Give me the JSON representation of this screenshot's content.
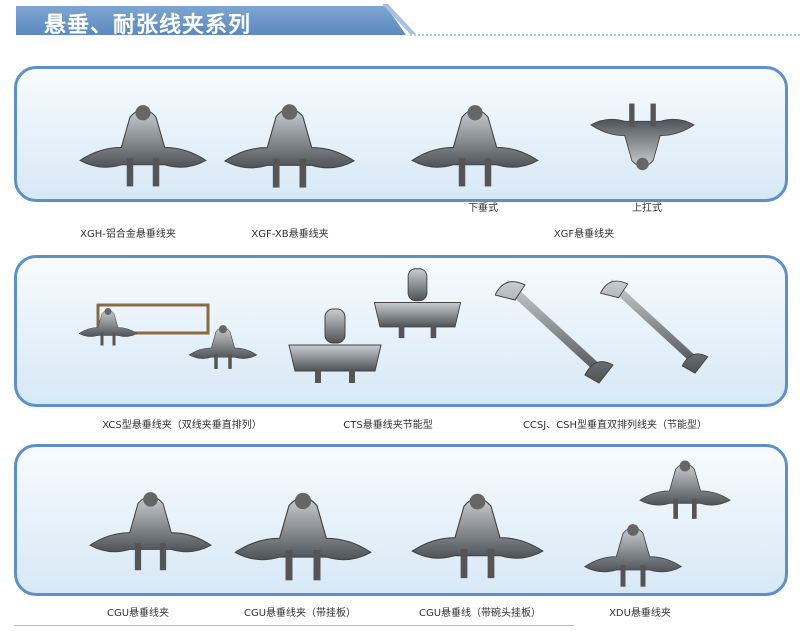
{
  "header": {
    "title": "悬垂、耐张线夹系列"
  },
  "row1": {
    "items": [
      {
        "label": "XGH-铝合金悬垂线夹"
      },
      {
        "label": "XGF-XB悬垂线夹"
      },
      {
        "label": "XGF悬垂线夹",
        "variants": [
          "下垂式",
          "上扛式"
        ]
      }
    ]
  },
  "row2": {
    "items": [
      {
        "label": "XCS型悬垂线夹（双线夹垂直排列）"
      },
      {
        "label": "CTS悬垂线夹节能型"
      },
      {
        "label": "CCSJ、CSH型垂直双排列线夹（节能型）"
      }
    ]
  },
  "row3": {
    "items": [
      {
        "label": "CGU悬垂线夹"
      },
      {
        "label": "CGU悬垂线夹（带挂板）"
      },
      {
        "label": "CGU悬垂线（带碗头挂板）"
      },
      {
        "label": "XDU悬垂线夹"
      }
    ]
  },
  "colors": {
    "accent": "#5d90c9",
    "metal": "#8a8f94"
  }
}
